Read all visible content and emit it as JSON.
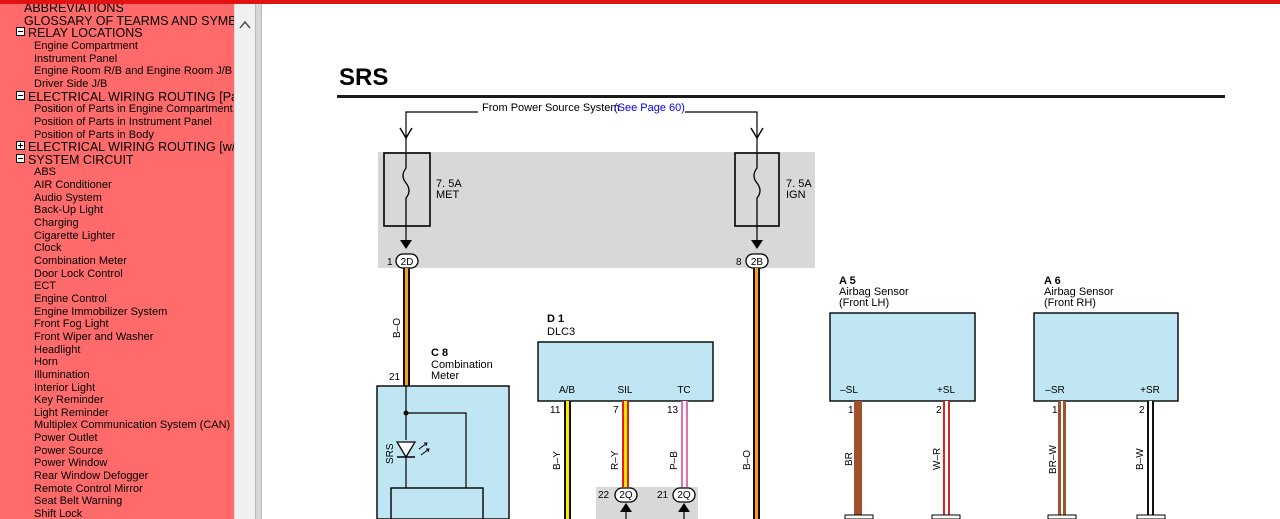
{
  "sidebar": {
    "items": [
      {
        "label": "ABBREVIATIONS",
        "indent": 0
      },
      {
        "label": "GLOSSARY OF TEARMS AND SYMBOLS",
        "indent": 0
      },
      {
        "label": "RELAY LOCATIONS",
        "indent": 0,
        "toggle": "minus"
      },
      {
        "label": "Engine Compartment",
        "indent": 1
      },
      {
        "label": "Instrument Panel",
        "indent": 1
      },
      {
        "label": "Engine Room R/B and Engine Room J/B",
        "indent": 1
      },
      {
        "label": "Driver Side J/B",
        "indent": 1
      },
      {
        "label": "ELECTRICAL WIRING ROUTING [Part]",
        "indent": 0,
        "toggle": "minus"
      },
      {
        "label": "Position of Parts in Engine Compartment",
        "indent": 1
      },
      {
        "label": "Position of Parts in Instrument Panel",
        "indent": 1
      },
      {
        "label": "Position of Parts in Body",
        "indent": 1
      },
      {
        "label": "ELECTRICAL WIRING ROUTING [w/w,(",
        "indent": 0,
        "toggle": "plus"
      },
      {
        "label": "SYSTEM CIRCUIT",
        "indent": 0,
        "toggle": "minus"
      },
      {
        "label": "ABS",
        "indent": 1
      },
      {
        "label": "AIR Conditioner",
        "indent": 1
      },
      {
        "label": "Audio System",
        "indent": 1
      },
      {
        "label": "Back-Up Light",
        "indent": 1
      },
      {
        "label": "Charging",
        "indent": 1
      },
      {
        "label": "Cigarette Lighter",
        "indent": 1
      },
      {
        "label": "Clock",
        "indent": 1
      },
      {
        "label": "Combination Meter",
        "indent": 1
      },
      {
        "label": "Door Lock Control",
        "indent": 1
      },
      {
        "label": "ECT",
        "indent": 1
      },
      {
        "label": "Engine Control",
        "indent": 1
      },
      {
        "label": "Engine Immobilizer System",
        "indent": 1
      },
      {
        "label": "Front Fog Light",
        "indent": 1
      },
      {
        "label": "Front Wiper and Washer",
        "indent": 1
      },
      {
        "label": "Headlight",
        "indent": 1
      },
      {
        "label": "Horn",
        "indent": 1
      },
      {
        "label": "Illumination",
        "indent": 1
      },
      {
        "label": "Interior Light",
        "indent": 1
      },
      {
        "label": "Key Reminder",
        "indent": 1
      },
      {
        "label": "Light Reminder",
        "indent": 1
      },
      {
        "label": "Multiplex Communication System (CAN)",
        "indent": 1
      },
      {
        "label": "Power Outlet",
        "indent": 1
      },
      {
        "label": "Power Source",
        "indent": 1
      },
      {
        "label": "Power Window",
        "indent": 1
      },
      {
        "label": "Rear Window Defogger",
        "indent": 1
      },
      {
        "label": "Remote Control Mirror",
        "indent": 1
      },
      {
        "label": "Seat Belt Warning",
        "indent": 1
      },
      {
        "label": "Shift Lock",
        "indent": 1
      }
    ]
  },
  "page": {
    "title": "SRS"
  },
  "diagram": {
    "source_text": "From Power Source System",
    "see_page": "(See Page 60)",
    "fuse_met": {
      "rating": "7. 5A",
      "name": "MET"
    },
    "fuse_ign": {
      "rating": "7. 5A",
      "name": "IGN"
    },
    "conn_2d": {
      "pin": "1",
      "code": "2D"
    },
    "conn_2b": {
      "pin": "8",
      "code": "2B"
    },
    "wire_bo_left": "B–O",
    "wire_bo_right": "B–O",
    "c8": {
      "code": "C 8",
      "name_line1": "Combination",
      "name_line2": "Meter",
      "pin": "21",
      "srs_label": "SRS"
    },
    "d1": {
      "code": "D 1",
      "name": "DLC3",
      "pins": [
        {
          "name": "A/B",
          "num": "11",
          "wire": "B–Y"
        },
        {
          "name": "SIL",
          "num": "7",
          "wire": "R–Y"
        },
        {
          "name": "TC",
          "num": "13",
          "wire": "P–B"
        }
      ]
    },
    "conn_2q": [
      {
        "pin": "22",
        "code": "2Q"
      },
      {
        "pin": "21",
        "code": "2Q"
      }
    ],
    "a5": {
      "code": "A 5",
      "name_line1": "Airbag Sensor",
      "name_line2": "(Front LH)",
      "pins": [
        {
          "name": "–SL",
          "num": "1",
          "wire": "BR"
        },
        {
          "name": "+SL",
          "num": "2",
          "wire": "W–R"
        }
      ]
    },
    "a6": {
      "code": "A 6",
      "name_line1": "Airbag Sensor",
      "name_line2": "(Front RH)",
      "pins": [
        {
          "name": "–SR",
          "num": "1",
          "wire": "BR–W"
        },
        {
          "name": "+SR",
          "num": "2",
          "wire": "B–W"
        }
      ]
    }
  },
  "colors": {
    "sidebar_bg": "#ff6b6b",
    "top_bar": "#e31212",
    "component_fill": "#bfe6f2",
    "fuse_area": "#d8d8d8",
    "link_blue": "#0000ff"
  }
}
